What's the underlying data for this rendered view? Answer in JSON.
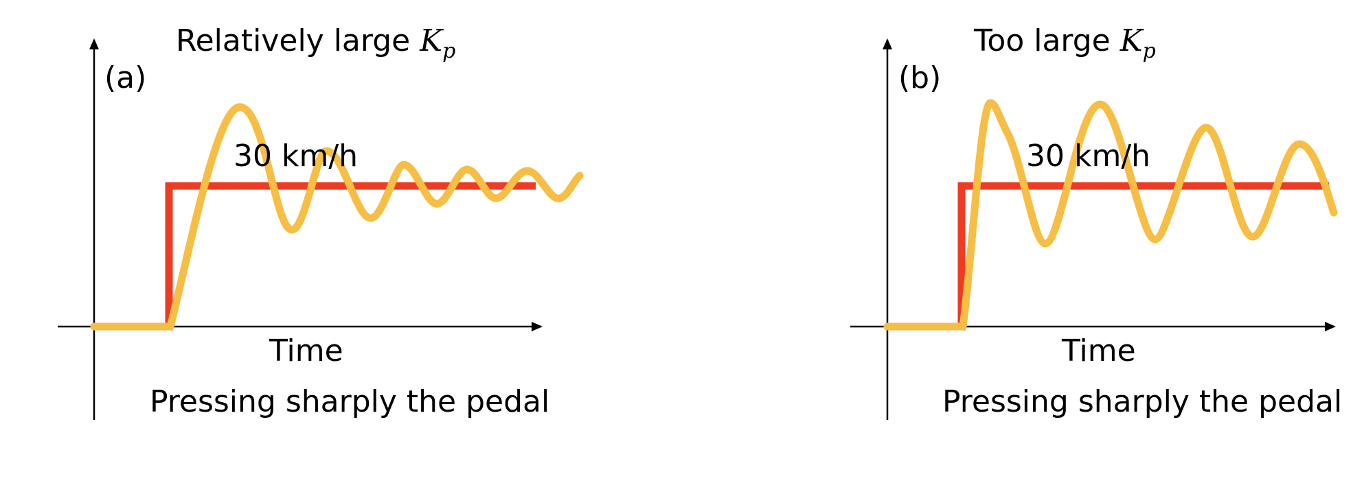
{
  "panels": [
    {
      "id": "a",
      "letter": "(a)",
      "title_prefix": "Relatively large ",
      "title_var": "K",
      "title_sub": "p",
      "speed_label": "30 km/h",
      "x_label": "Time",
      "caption": "Pressing sharply the pedal"
    },
    {
      "id": "b",
      "letter": "(b)",
      "title_prefix": "Too large ",
      "title_var": "K",
      "title_sub": "p",
      "speed_label": "30 km/h",
      "x_label": "Time",
      "caption": "Pressing sharply the pedal"
    }
  ],
  "colors": {
    "setpoint": "#ee3b24",
    "response": "#f6be45",
    "axis": "#000000"
  }
}
